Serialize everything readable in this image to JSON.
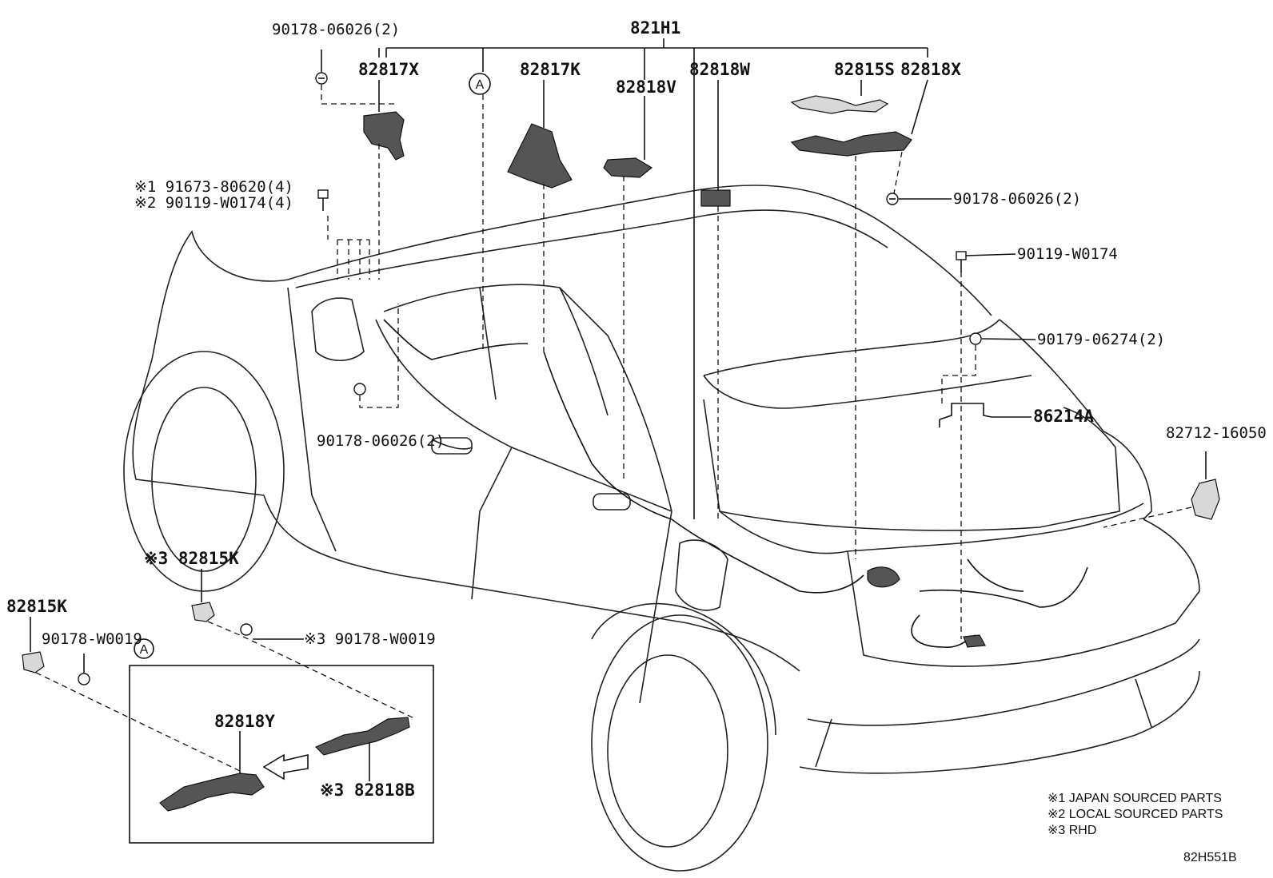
{
  "labels": {
    "top_harness": "821H1",
    "p82817X": "82817X",
    "p82817K": "82817K",
    "p82818V": "82818V",
    "p82818W": "82818W",
    "p82815S": "82815S",
    "p82818X": "82818X",
    "clip_top_left": "90178-06026(2)",
    "bolt_note1": "※1 91673-80620(4)",
    "bolt_note2": "※2 90119-W0174(4)",
    "clip_right_top": "90178-06026(2)",
    "bolt_right": "90119-W0174",
    "nut_right": "90179-06274(2)",
    "bracket_right": "86214A",
    "sensor_right": "82712-16050",
    "clip_mid": "90178-06026(2)",
    "p82815K_rhd": "※3 82815K",
    "p82815K": "82815K",
    "clip_w0019": "90178-W0019",
    "clip_w0019_rhd": "※3 90178-W0019",
    "p82818Y": "82818Y",
    "p82818B_rhd": "※3 82818B",
    "ref_a_top": "A",
    "ref_a_inset": "A"
  },
  "notes": [
    "※1 JAPAN SOURCED PARTS",
    "※2 LOCAL SOURCED PARTS",
    "※3 RHD"
  ],
  "diagram_code": "82H551B"
}
